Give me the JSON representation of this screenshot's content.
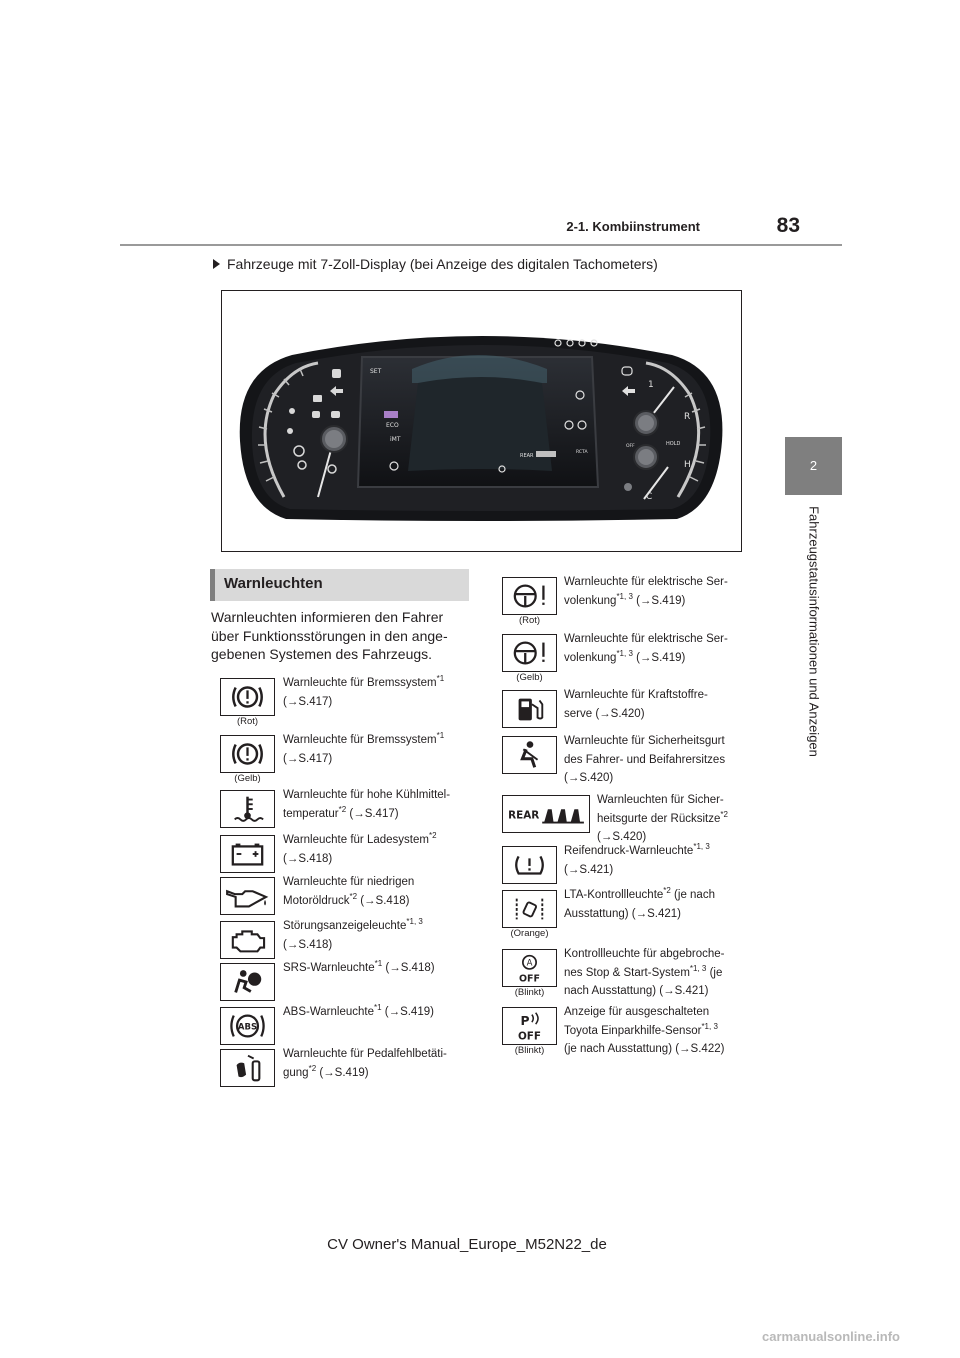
{
  "header": {
    "page_number": "83",
    "section": "2-1. Kombiinstrument"
  },
  "chapter": {
    "number": "2",
    "title": "Fahrzeugstatusinformationen und Anzeigen"
  },
  "subheading": "Fahrzeuge mit 7-Zoll-Display (bei Anzeige des digitalen Tachometers)",
  "cluster": {
    "set": "SET",
    "eco": "ECO",
    "imt": "iMT",
    "rear": "REAR",
    "hold": "HOLD",
    "off": "OFF",
    "rcta": "RCTA",
    "gear_r": "R",
    "gear_1": "1",
    "temp_h": "H",
    "temp_c": "C"
  },
  "warn_heading": "Warnleuchten",
  "intro": "Warnleuchten informieren den Fahrer über Funktionsstörungen in den ange-gebenen Systemen des Fahrzeugs.",
  "left_items": [
    {
      "icon": "brake-warning-icon",
      "sub": "(Rot)",
      "l1": "Warnleuchte für Bremssystem",
      "s1": "*1",
      "l2": "(→S.417)"
    },
    {
      "icon": "brake-warning-icon",
      "sub": "(Gelb)",
      "l1": "Warnleuchte für Bremssystem",
      "s1": "*1",
      "l2": "(→S.417)"
    },
    {
      "icon": "coolant-temperature-icon",
      "sub": "",
      "l1": "Warnleuchte für hohe Kühlmittel-",
      "l2": "temperatur",
      "s2": "*2",
      "l2b": " (→S.417)"
    },
    {
      "icon": "battery-icon",
      "sub": "",
      "l1": "Warnleuchte für Ladesystem",
      "s1": "*2",
      "l2": "(→S.418)"
    },
    {
      "icon": "oil-pressure-icon",
      "sub": "",
      "l1": "Warnleuchte für niedrigen",
      "l2": "Motoröldruck",
      "s2": "*2",
      "l2b": " (→S.418)"
    },
    {
      "icon": "engine-check-icon",
      "sub": "",
      "l1": "Störungsanzeigeleuchte",
      "s1": "*1, 3",
      "l2": "(→S.418)"
    },
    {
      "icon": "srs-airbag-icon",
      "sub": "",
      "l1": "SRS-Warnleuchte",
      "s1": "*1",
      "l1b": " (→S.418)"
    },
    {
      "icon": "abs-icon",
      "sub": "",
      "l1": "ABS-Warnleuchte",
      "s1": "*1",
      "l1b": " (→S.419)"
    },
    {
      "icon": "pedal-misoperation-icon",
      "sub": "",
      "l1": "Warnleuchte für Pedalfehlbetäti-",
      "l2": "gung",
      "s2": "*2",
      "l2b": " (→S.419)"
    }
  ],
  "right_items": [
    {
      "icon": "steering-warning-icon",
      "sub": "(Rot)",
      "l1": "Warnleuchte für elektrische Ser-",
      "l2": "volenkung",
      "s2": "*1, 3",
      "l2b": " (→S.419)"
    },
    {
      "icon": "steering-warning-icon",
      "sub": "(Gelb)",
      "l1": "Warnleuchte für elektrische Ser-",
      "l2": "volenkung",
      "s2": "*1, 3",
      "l2b": " (→S.419)"
    },
    {
      "icon": "fuel-icon",
      "sub": "",
      "l1": "Warnleuchte für Kraftstoffre-",
      "l2": "serve (→S.420)"
    },
    {
      "icon": "seatbelt-icon",
      "sub": "",
      "l1": "Warnleuchte für Sicherheitsgurt",
      "l2": "des Fahrer- und Beifahrersitzes",
      "l3": "(→S.420)"
    },
    {
      "icon": "rear-seatbelt-icon",
      "sub": "",
      "l1": "Warnleuchten für Sicher-",
      "l2": "heitsgurte der Rücksitze",
      "s2": "*2",
      "l3": "(→S.420)"
    },
    {
      "icon": "tire-pressure-icon",
      "sub": "",
      "l1": "Reifendruck-Warnleuchte",
      "s1": "*1, 3",
      "l2": "(→S.421)"
    },
    {
      "icon": "lane-trace-icon",
      "sub": "(Orange)",
      "l1": "LTA-Kontrollleuchte",
      "s1": "*2",
      "l1b": " (je nach",
      "l2": "Ausstattung) (→S.421)"
    },
    {
      "icon": "stop-start-off-icon",
      "sub": "(Blinkt)",
      "l1": "Kontrollleuchte für abgebroche-",
      "l2": "nes Stop & Start-System",
      "s2": "*1, 3",
      "l2b": " (je",
      "l3": "nach Ausstattung) (→S.421)"
    },
    {
      "icon": "parking-sensor-off-icon",
      "sub": "(Blinkt)",
      "l1": "Anzeige für ausgeschalteten",
      "l2": "Toyota Einparkhilfe-Sensor",
      "s2": "*1, 3",
      "l3": "(je nach Ausstattung) (→S.422)"
    }
  ],
  "footer": "CV Owner's Manual_Europe_M52N22_de",
  "watermark": "carmanualsonline.info"
}
